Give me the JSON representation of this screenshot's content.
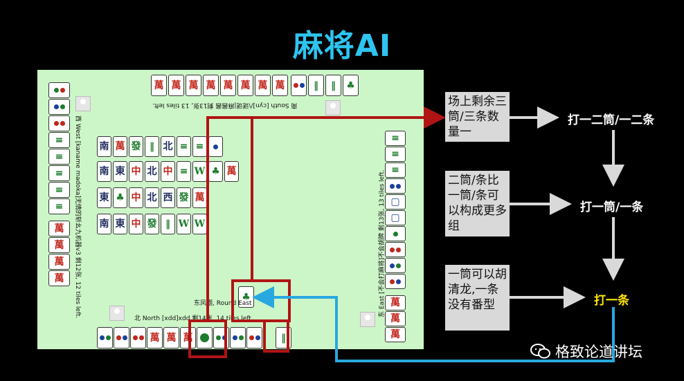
{
  "title": "麻将AI",
  "board": {
    "south_info": "南 South   [cyn]/\\谜谜|麻酱酱    剩13张,  13 tiles left.",
    "west_info": "西 West   [kaname madoka]无情的斩幺九机器v3    剩12张,  12 tiles left.",
    "east_info": "东 East   [不会打麻将]不会胡牌    剩13张,  13 tiles left.",
    "north_info": "北 North    [xdd]xdd    剩14张,  14 tiles left.",
    "round_info": "东风圈,  Round East"
  },
  "reasons": [
    "场上剩余三筒/三条数量一",
    "二筒/条比一筒/条可以构成更多组",
    "一筒可以胡清龙,一条没有番型"
  ],
  "decisions": [
    "打一二筒/一二条",
    "打一筒/一条",
    "打一条"
  ],
  "watermark": "格致论道讲坛",
  "colors": {
    "title": "#2ec4f0",
    "red_box": "#b01414",
    "blue_arrow": "#29a8e0",
    "highlight": "#ffe600"
  }
}
